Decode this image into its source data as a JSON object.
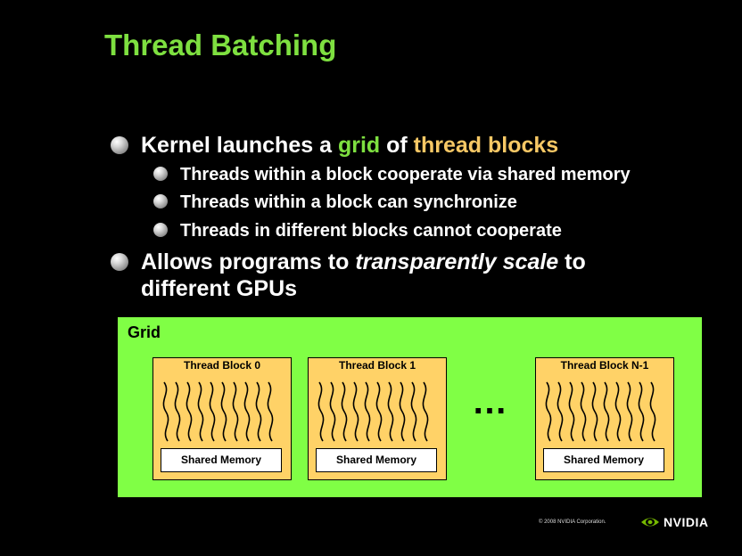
{
  "slide": {
    "title": "Thread Batching",
    "bullets": [
      {
        "pre": "Kernel launches a ",
        "grid": "grid",
        "mid": " of ",
        "blocks": "thread blocks"
      },
      {
        "text": "Threads within a block cooperate via shared memory"
      },
      {
        "text": "Threads within a block can synchronize"
      },
      {
        "text": "Threads in different blocks cannot cooperate"
      },
      {
        "pre": "Allows programs to ",
        "em": "transparently scale",
        "post": " to",
        "line2": "different GPUs"
      }
    ],
    "colors": {
      "title": "#7ee040",
      "grid_highlight": "#7ee040",
      "blocks_highlight": "#f7c865",
      "grid_bg": "#80ff45",
      "block_bg": "#ffd267"
    }
  },
  "diagram": {
    "grid_label": "Grid",
    "blocks": [
      {
        "title": "Thread Block 0",
        "memory": "Shared Memory"
      },
      {
        "title": "Thread Block 1",
        "memory": "Shared Memory"
      },
      {
        "title": "Thread Block N-1",
        "memory": "Shared Memory"
      }
    ],
    "ellipsis": "…",
    "threads_per_block": 10
  },
  "footer": {
    "copyright": "© 2008 NVIDIA Corporation.",
    "logo": "NVIDIA",
    "logo_icon": "nvidia-eye-icon"
  }
}
